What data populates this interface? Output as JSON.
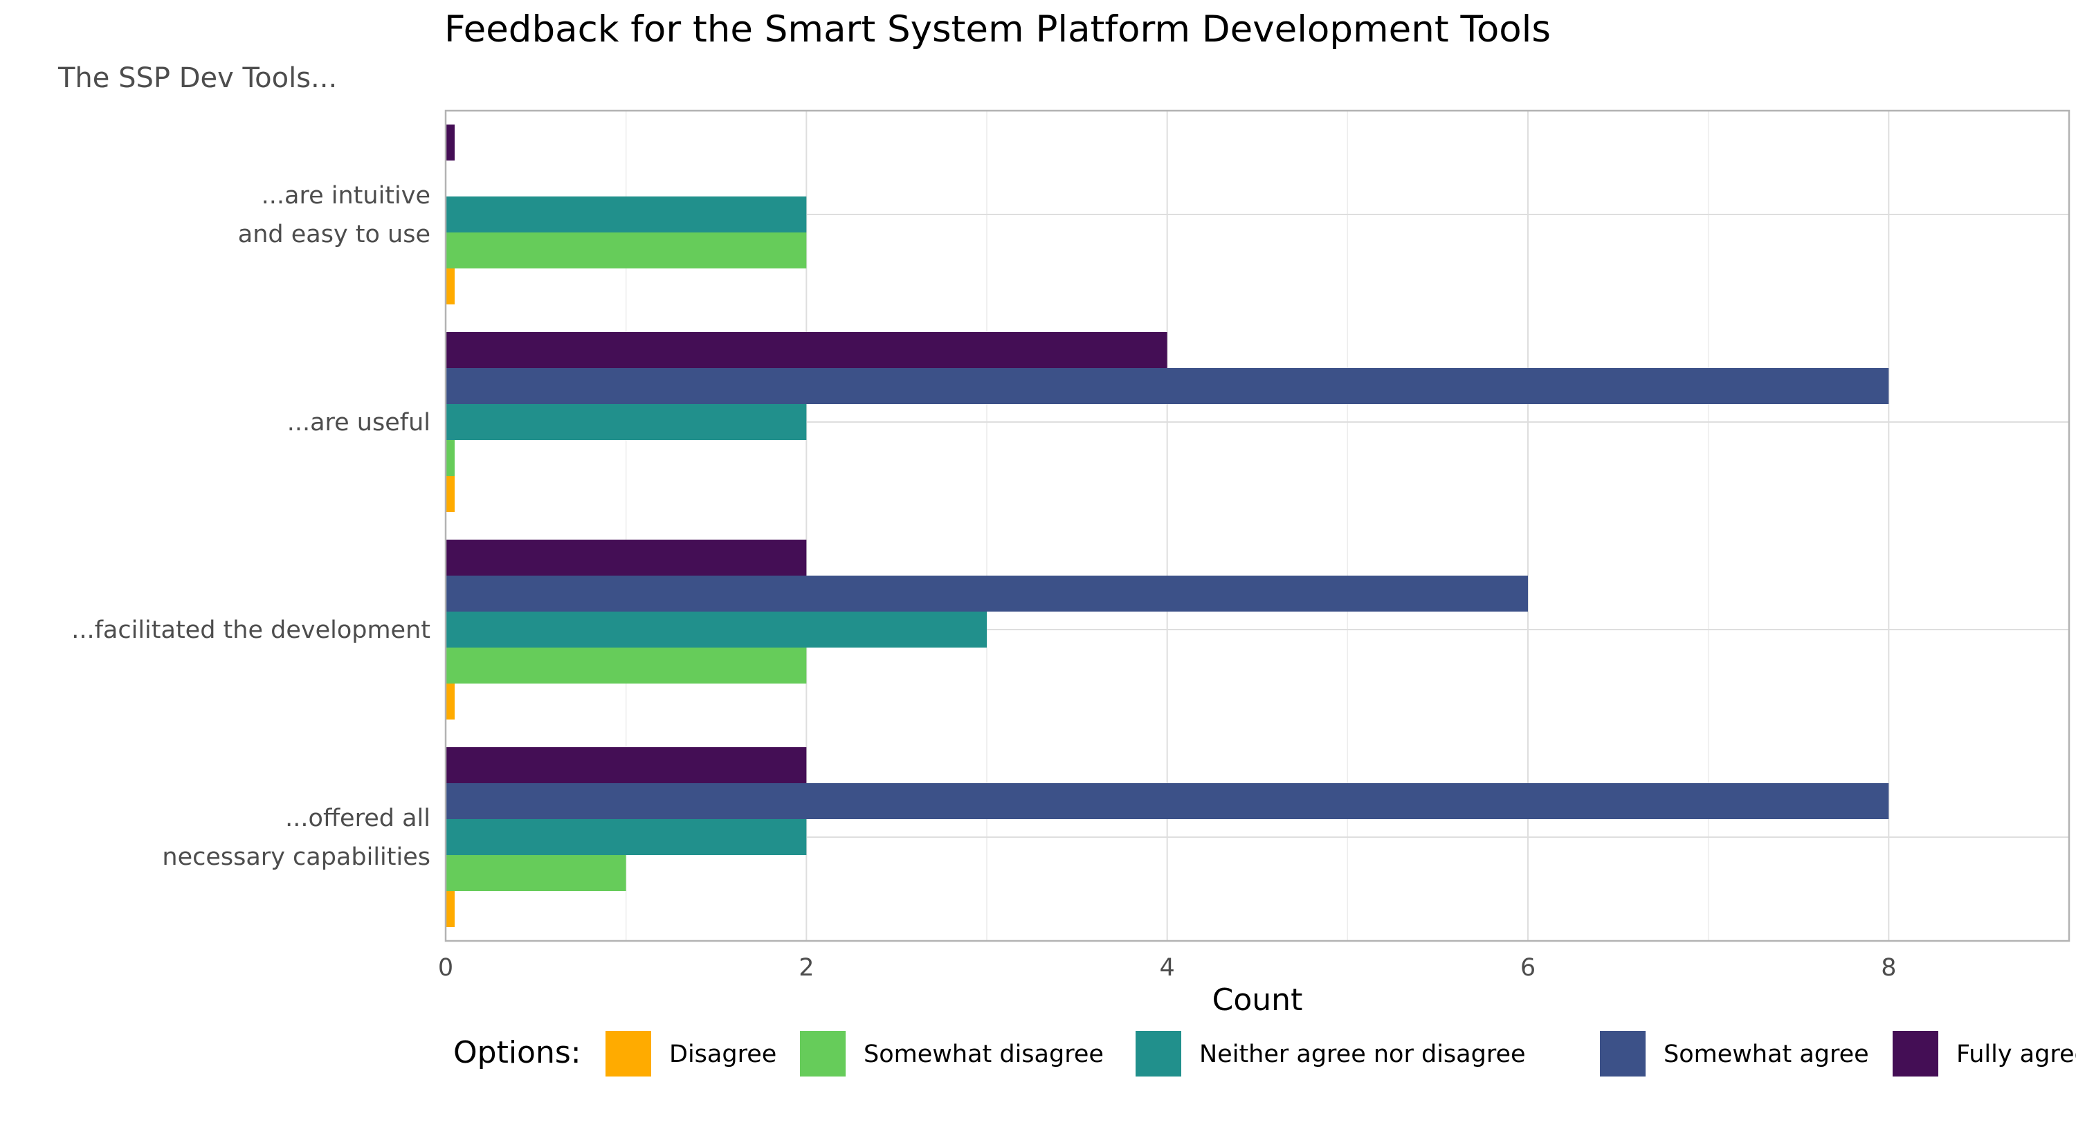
{
  "chart_data": {
    "type": "bar",
    "orientation": "horizontal",
    "title": "Feedback for the Smart System Platform Development Tools",
    "subtitle": "The SSP Dev Tools...",
    "xlabel": "Count",
    "ylabel": "",
    "xlim": [
      0,
      9
    ],
    "x_ticks": [
      0,
      2,
      4,
      6,
      8
    ],
    "grid": true,
    "categories": [
      "...are intuitive\nand easy to use",
      "...are useful",
      "...facilitated the development",
      "...offered all\nnecessary capabilities"
    ],
    "legend": {
      "title": "Options:",
      "position": "bottom"
    },
    "series": [
      {
        "name": "Disagree",
        "color": "#FFAB00",
        "values": [
          0.05,
          0.05,
          0.05,
          0.05
        ]
      },
      {
        "name": "Somewhat disagree",
        "color": "#66CC5A",
        "values": [
          2,
          0.05,
          2,
          1
        ]
      },
      {
        "name": "Neither agree nor disagree",
        "color": "#21908C",
        "values": [
          2,
          2,
          3,
          2
        ]
      },
      {
        "name": "Somewhat agree",
        "color": "#3C5188",
        "values": [
          0,
          8,
          6,
          8
        ]
      },
      {
        "name": "Fully agree",
        "color": "#440E55",
        "values": [
          0.05,
          4,
          2,
          2
        ]
      }
    ]
  }
}
